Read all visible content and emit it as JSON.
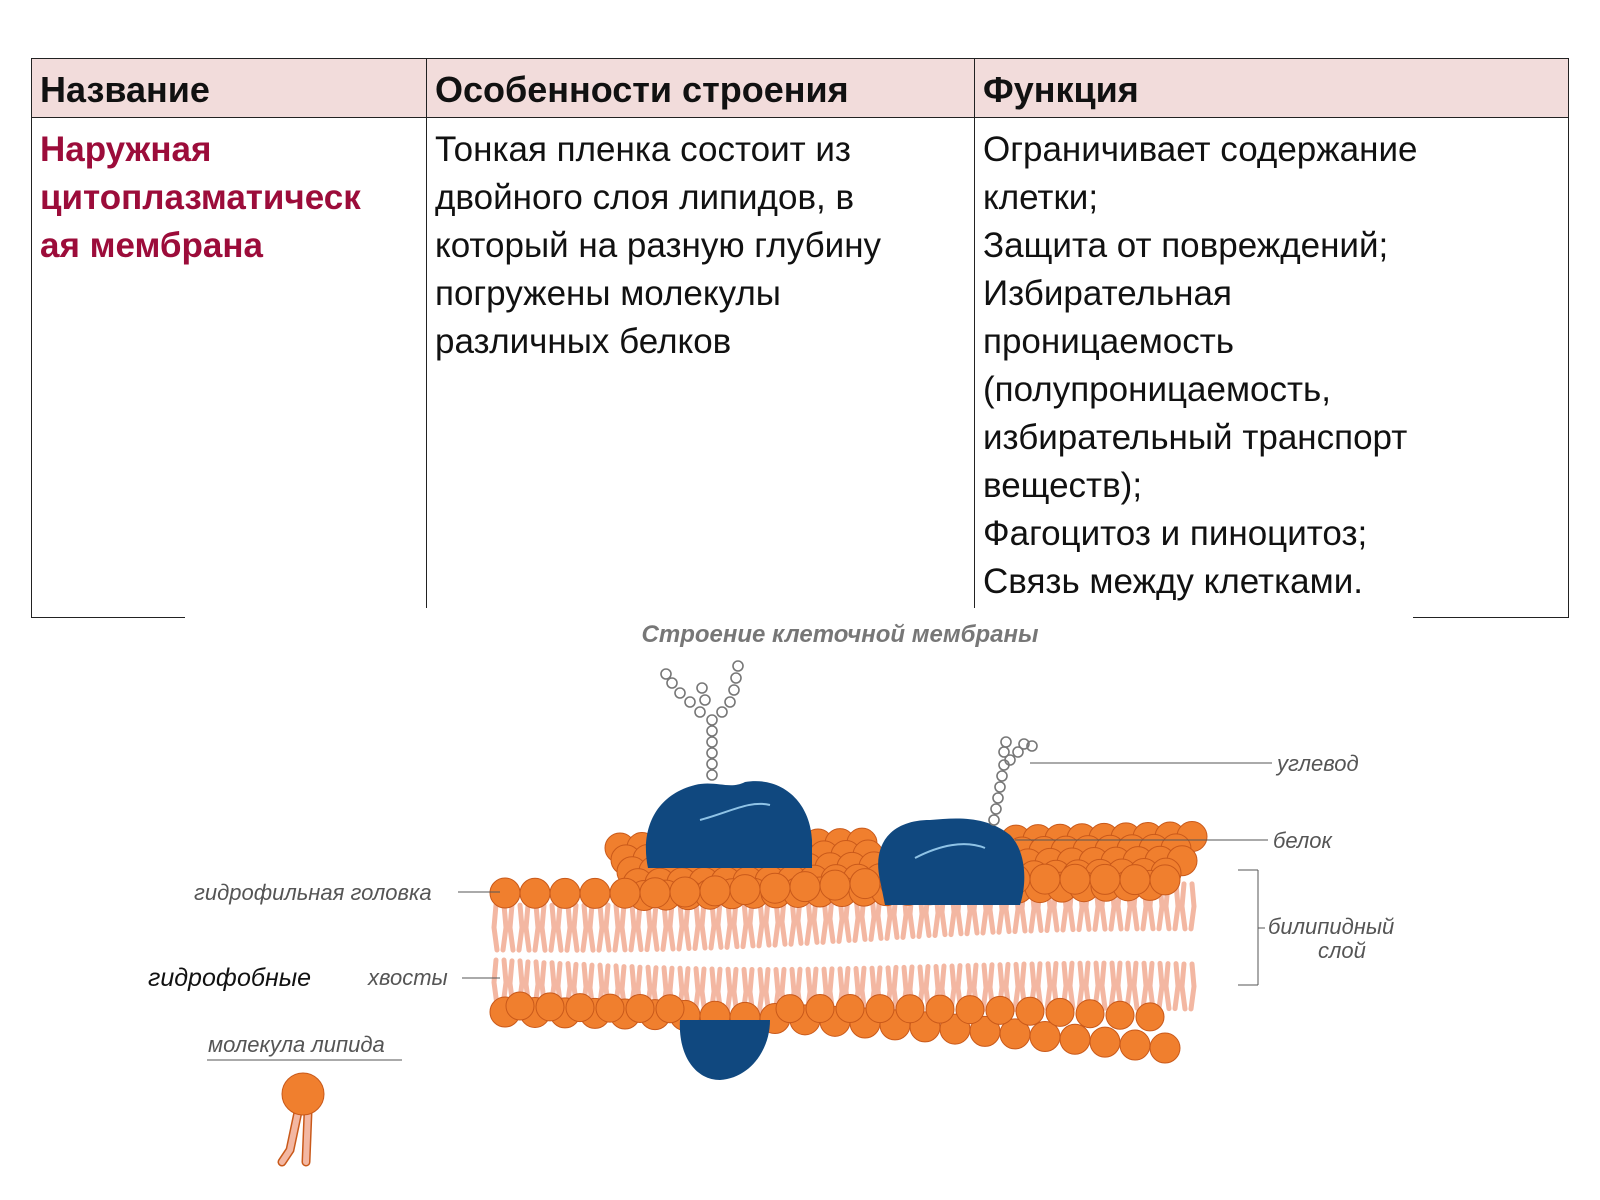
{
  "table": {
    "headers": [
      "Название",
      "Особенности строения",
      "Функция"
    ],
    "name_lines": [
      "Наружная",
      "цитоплазматическ",
      "ая мембрана"
    ],
    "structure_lines": [
      "Тонкая пленка состоит из",
      "двойного слоя липидов, в",
      "который на разную глубину",
      "погружены молекулы",
      "различных белков"
    ],
    "function_lines": [
      "Ограничивает содержание",
      "клетки;",
      "Защита от повреждений;",
      "Избирательная",
      "проницаемость",
      "(полупроницаемость,",
      "избирательный транспорт",
      "веществ);",
      "Фагоцитоз и пиноцитоз;",
      "Связь между клетками."
    ]
  },
  "diagram": {
    "title": "Строение клеточной мембраны",
    "labels": {
      "carbohydrate": "углевод",
      "protein": "белок",
      "bilayer_line1": "билипидный",
      "bilayer_line2": "слой",
      "hydrophilic_head": "гидрофильная головка",
      "hydrophobic": "гидрофобные",
      "tails": "хвосты",
      "lipid_molecule": "молекула липида"
    },
    "colors": {
      "lipid_head": "#f07f2e",
      "lipid_head_edge": "#c9591a",
      "tail": "#f3b7a2",
      "protein": "#10487f",
      "carbohydrate": "#777777"
    }
  }
}
